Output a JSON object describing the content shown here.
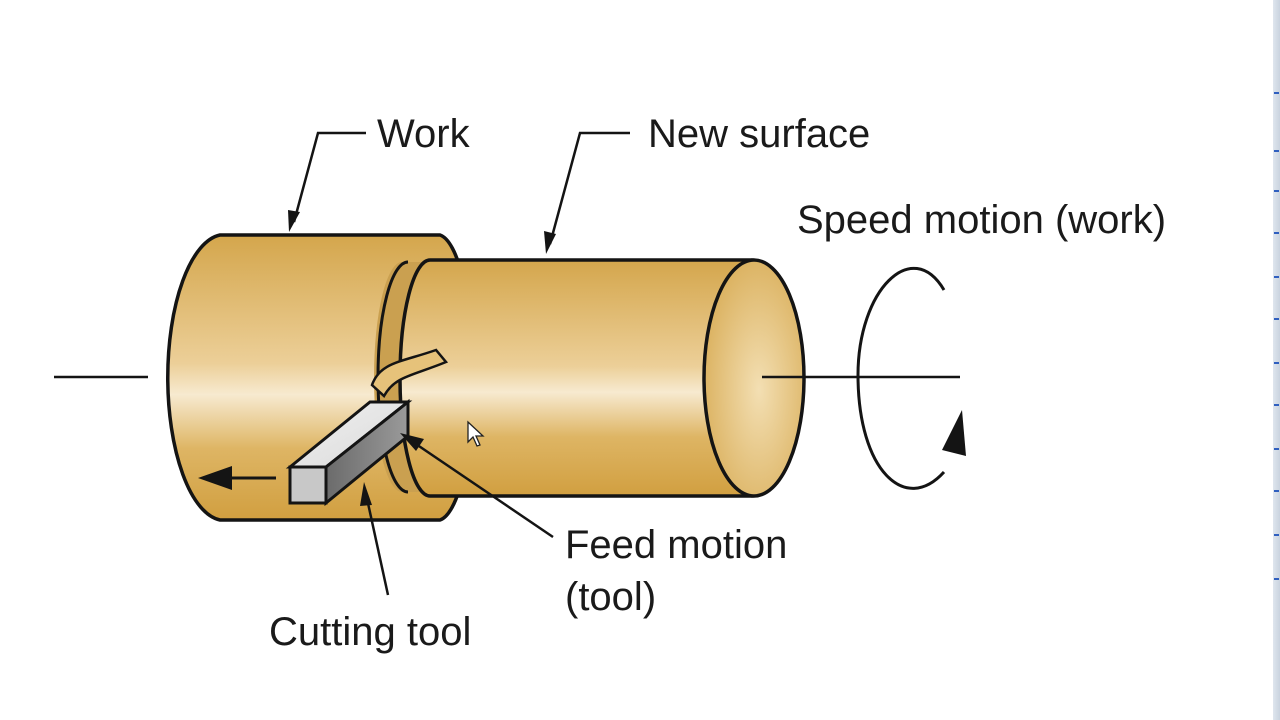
{
  "diagram": {
    "labels": {
      "work": "Work",
      "new_surface": "New surface",
      "speed_motion": "Speed motion (work)",
      "feed_motion_line1": "Feed motion",
      "feed_motion_line2": "(tool)",
      "cutting_tool": "Cutting tool"
    },
    "colors": {
      "workpiece": "#d6a84e",
      "workpiece_highlight": "#f7ead0",
      "tool": "#bdbdbd",
      "outline": "#141414"
    }
  }
}
